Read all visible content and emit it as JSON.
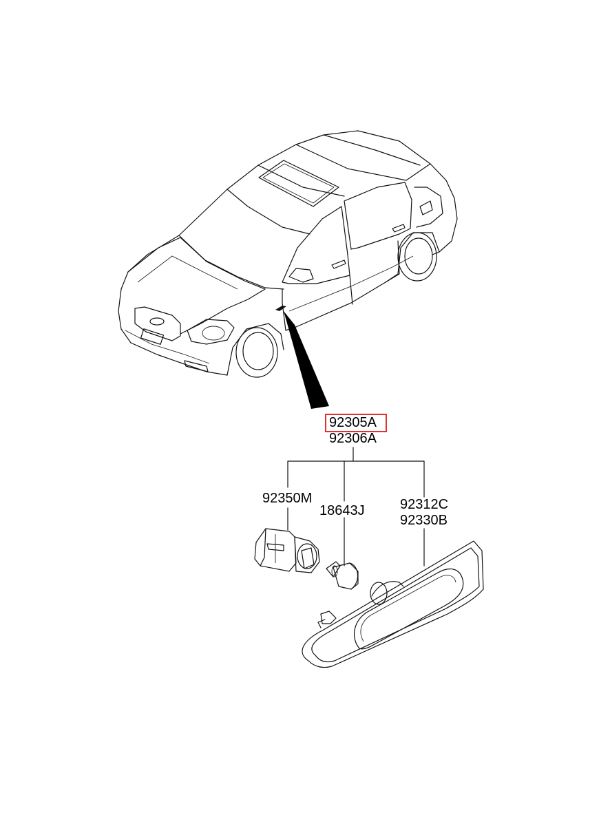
{
  "diagram": {
    "highlight_color": "#e03030",
    "assembly": {
      "primary_part": "92305A",
      "secondary_part": "92306A"
    },
    "components": [
      {
        "id": "socket",
        "part_number": "92350M",
        "icon": "bulb-socket-icon"
      },
      {
        "id": "bulb",
        "part_number": "18643J",
        "icon": "bulb-icon"
      },
      {
        "id": "lens",
        "part_number": "92312C",
        "part_number_2": "92330B",
        "icon": "side-repeater-lens-icon"
      }
    ],
    "vehicle_icon": "sedan-car-icon",
    "pointer_icon": "callout-arrow-icon"
  }
}
